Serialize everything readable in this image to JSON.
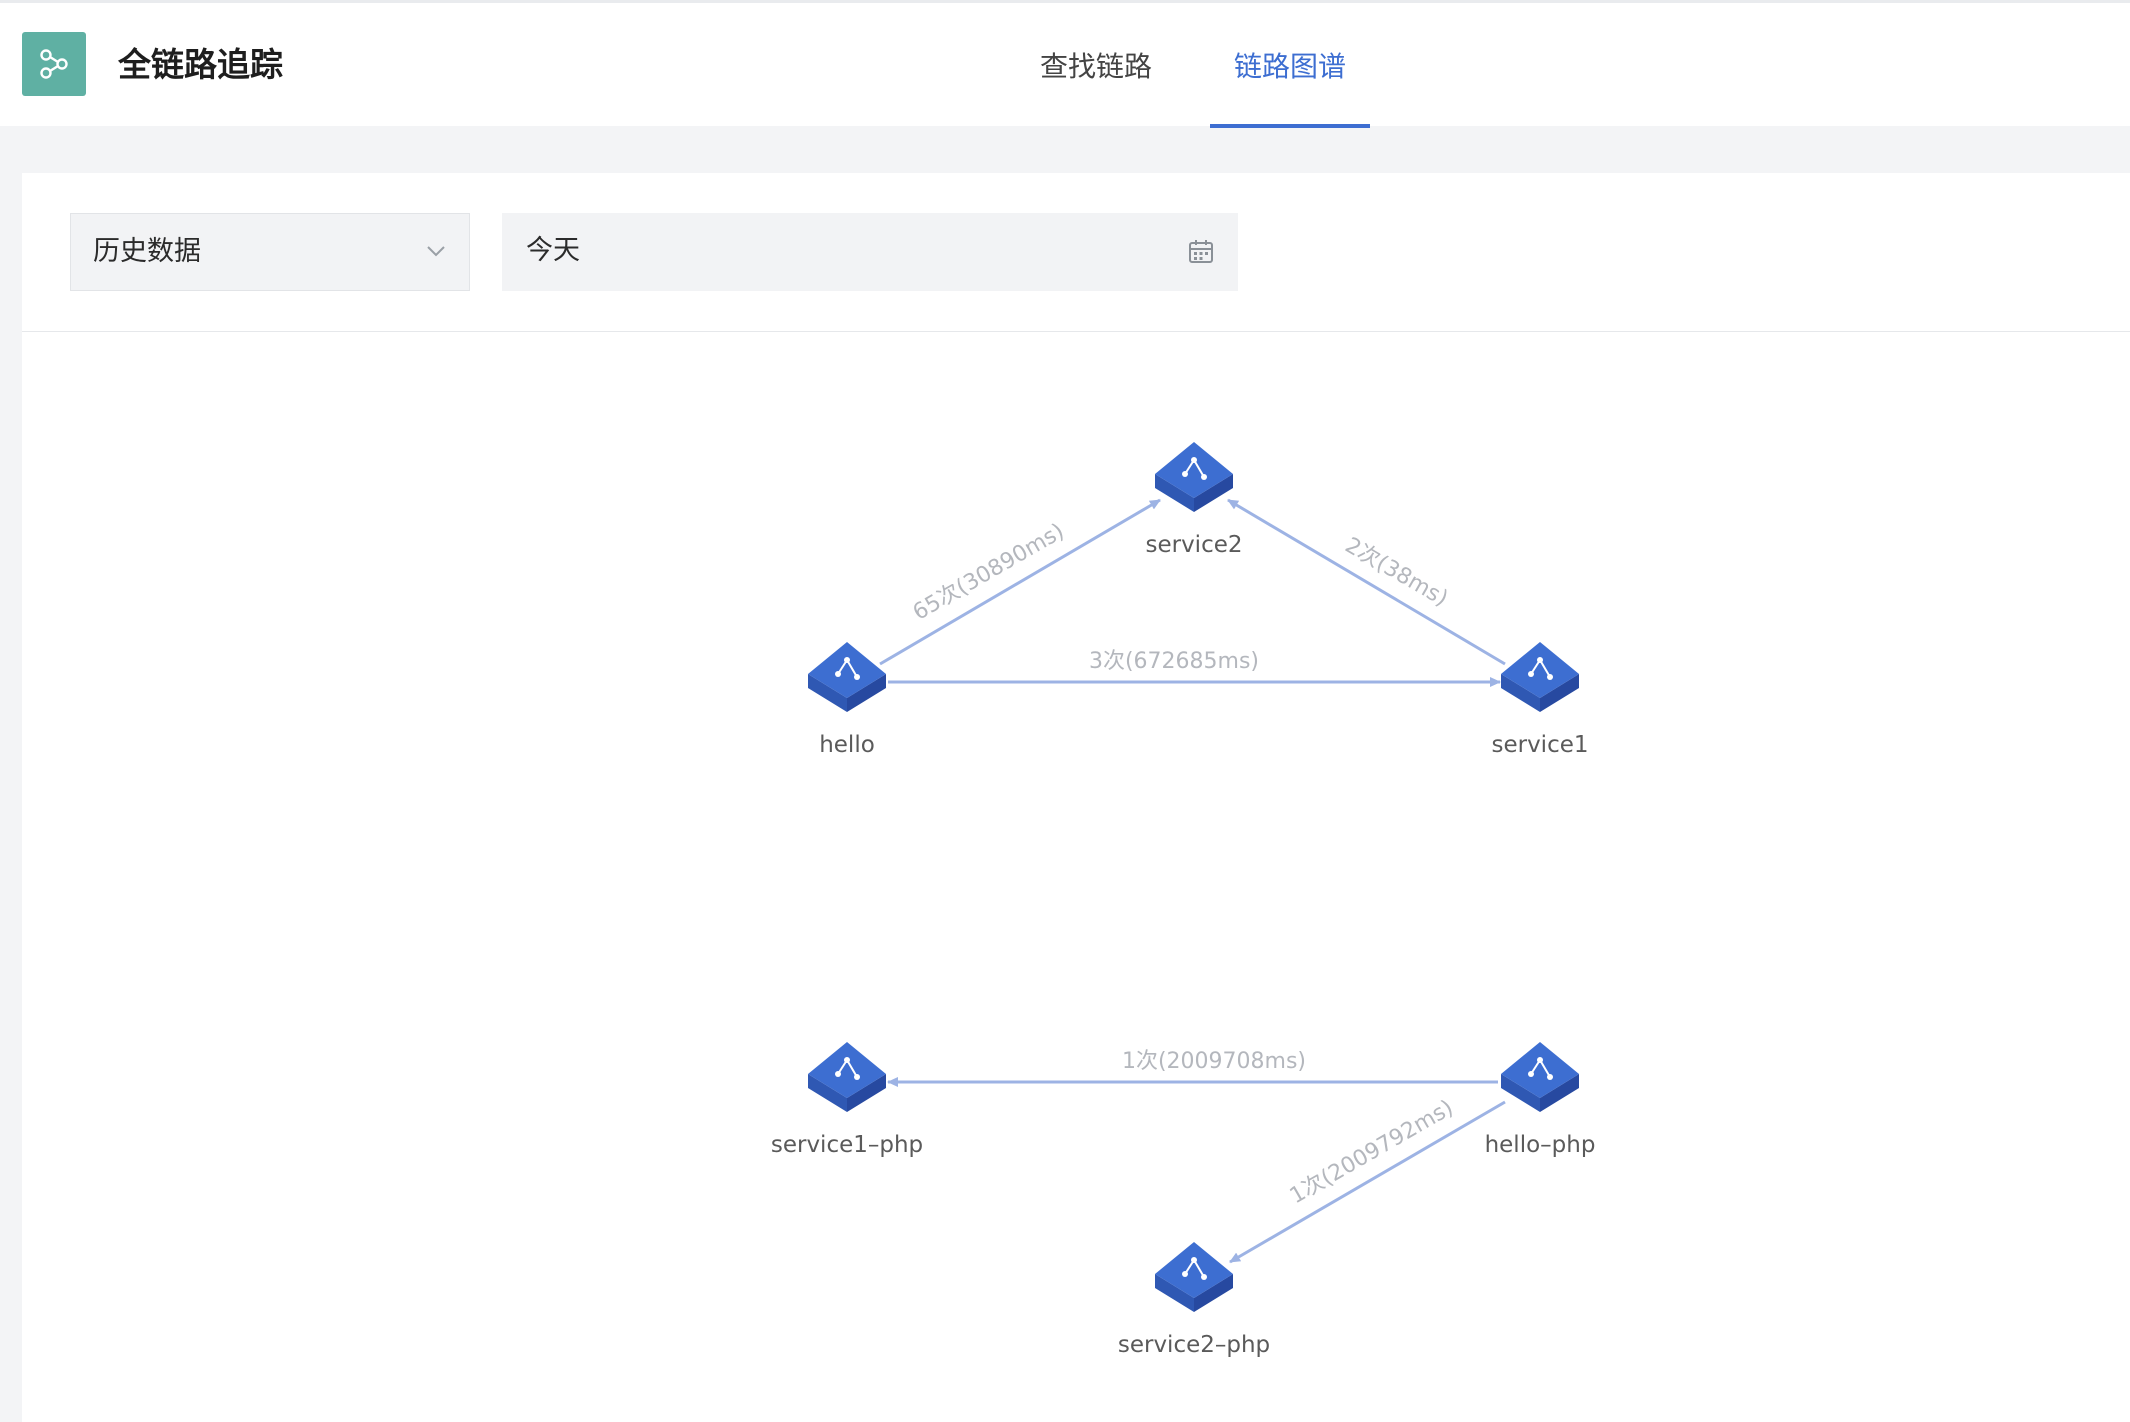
{
  "app": {
    "title": "全链路追踪",
    "logo_icon": "share-nodes-icon"
  },
  "tabs": [
    {
      "label": "查找链路",
      "active": false
    },
    {
      "label": "链路图谱",
      "active": true
    }
  ],
  "filters": {
    "source_select": {
      "value": "历史数据",
      "icon": "chevron-down-icon"
    },
    "date_range": {
      "value": "今天",
      "icon": "calendar-icon"
    }
  },
  "colors": {
    "accent": "#3d6ed1",
    "logo_bg": "#5fb0a3",
    "node_fill": "#3d6ed1",
    "edge": "#9db3e4"
  },
  "graph": {
    "nodes": [
      {
        "id": "service2",
        "label": "service2"
      },
      {
        "id": "hello",
        "label": "hello"
      },
      {
        "id": "service1",
        "label": "service1"
      },
      {
        "id": "service1-php",
        "label": "service1–php"
      },
      {
        "id": "hello-php",
        "label": "hello–php"
      },
      {
        "id": "service2-php",
        "label": "service2–php"
      }
    ],
    "edges": [
      {
        "from": "hello",
        "to": "service2",
        "label": "65次(30890ms)"
      },
      {
        "from": "service1",
        "to": "service2",
        "label": "2次(38ms)"
      },
      {
        "from": "hello",
        "to": "service1",
        "label": "3次(672685ms)"
      },
      {
        "from": "hello-php",
        "to": "service1-php",
        "label": "1次(2009708ms)"
      },
      {
        "from": "hello-php",
        "to": "service2-php",
        "label": "1次(2009792ms)"
      }
    ]
  }
}
